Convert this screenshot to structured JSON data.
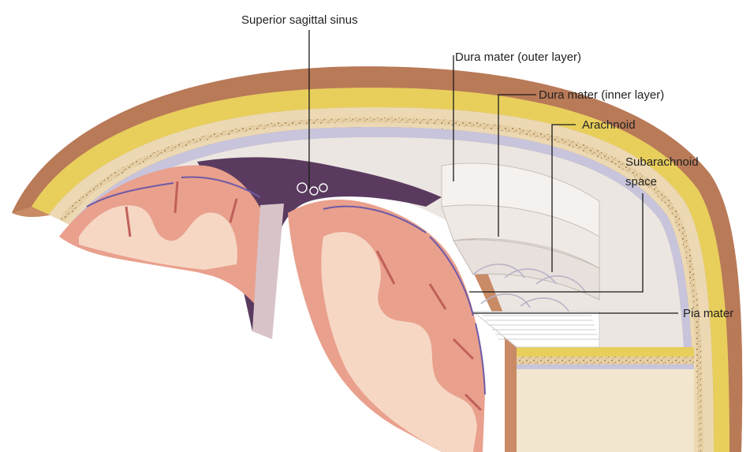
{
  "labels": {
    "superior_sagittal_sinus": "Superior sagittal sinus",
    "dura_outer": "Dura mater (outer layer)",
    "dura_inner": "Dura mater (inner layer)",
    "arachnoid": "Arachnoid",
    "subarachnoid_line1": "Subarachnoid",
    "subarachnoid_line2": "space",
    "pia_mater": "Pia mater"
  },
  "colors": {
    "skin": "#c98a66",
    "skin_dark": "#b07352",
    "bone": "#ecd9b3",
    "periosteum_yellow": "#e8cf5c",
    "dura": "#ece6e2",
    "sinus": "#5a3b5f",
    "cortex": "#e9a08d",
    "white_matter": "#f6d7c4",
    "vessel": "#6f5aa6",
    "background": "#ffffff"
  }
}
